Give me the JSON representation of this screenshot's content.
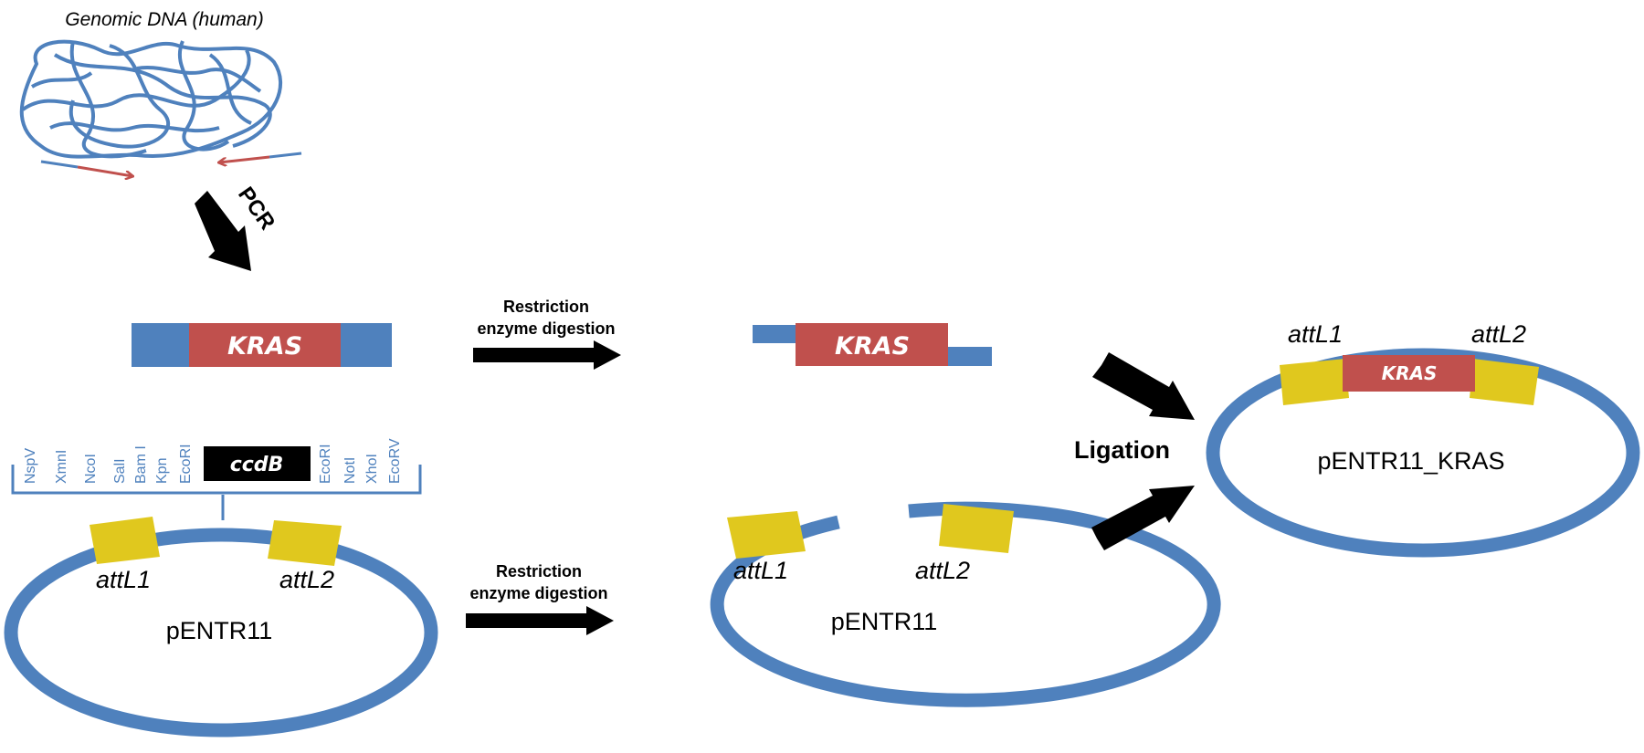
{
  "genomic_label": "Genomic DNA (human)",
  "pcr_label": "PCR",
  "gene_label": "KRAS",
  "digestion": {
    "line1": "Restriction",
    "line2": "enzyme digestion"
  },
  "ligation_label": "Ligation",
  "restriction_sites_left": [
    "NspV",
    "XmnI",
    "NcoI",
    "SalI",
    "Bam I",
    "Kpn",
    "EcoRI"
  ],
  "ccdb_label": "ccdB",
  "restriction_sites_right": [
    "EcoRI",
    "NotI",
    "XhoI",
    "EcoRV"
  ],
  "att_labels": {
    "l1": "attL1",
    "l2": "attL2"
  },
  "plasmids": {
    "vector": "pENTR11",
    "product": "pENTR11_KRAS"
  },
  "colors": {
    "dna_blue": "#4f81bd",
    "gene_red": "#c0504d",
    "att_yellow": "#e0c81e",
    "arrow_black": "#000000"
  }
}
